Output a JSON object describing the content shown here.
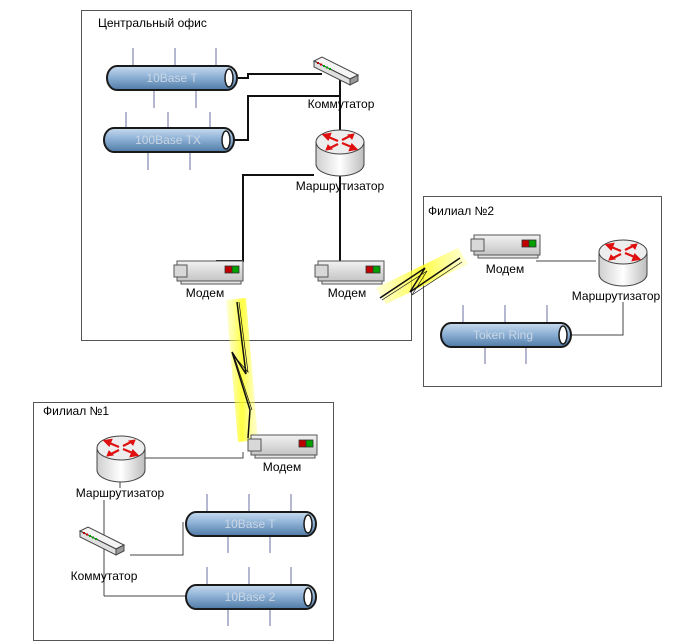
{
  "diagram": {
    "offices": {
      "central": {
        "title": "Центральный офис",
        "bus1": "10Base T",
        "bus2": "100Base TX",
        "switch": "Коммутатор",
        "router": "Маршрутизатор",
        "modem1": "Модем",
        "modem2": "Модем"
      },
      "branch2": {
        "title": "Филиал №2",
        "modem": "Модем",
        "router": "Маршрутизатор",
        "bus": "Token Ring"
      },
      "branch1": {
        "title": "Филиал №1",
        "router": "Маршрутизатор",
        "modem": "Модем",
        "switch": "Коммутатор",
        "bus1": "10Base T",
        "bus2": "10Base 2"
      }
    },
    "links": [
      {
        "from": "central.modem1",
        "to": "branch1.modem",
        "type": "wireless"
      },
      {
        "from": "central.modem2",
        "to": "branch2.modem",
        "type": "wireless"
      }
    ],
    "colors": {
      "bus_fill": "#7fa3c8",
      "bus_stroke": "#1a1a1a",
      "bus_drop": "#6b6fa0",
      "led_red": "#c00000",
      "led_green": "#00a000",
      "router_arrow": "#e01010",
      "lightning_glow": "#ffff40",
      "box_border": "#555555"
    }
  }
}
